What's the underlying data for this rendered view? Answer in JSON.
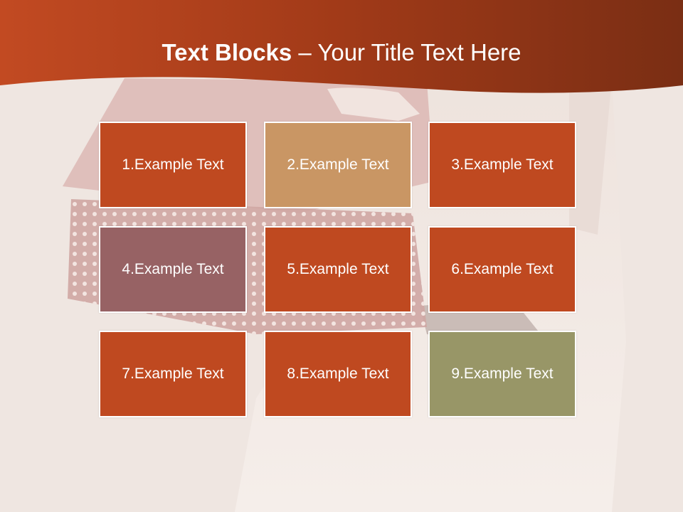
{
  "slide": {
    "title_bold": "Text Blocks",
    "title_rest": " – Your Title Text Here"
  },
  "blocks": [
    {
      "label": "1.Example Text",
      "color": "#bf4920"
    },
    {
      "label": "2.Example Text",
      "color": "#c99664"
    },
    {
      "label": "3.Example Text",
      "color": "#bf4920"
    },
    {
      "label": "4.Example Text",
      "color": "#976264"
    },
    {
      "label": "5.Example Text",
      "color": "#bf4920"
    },
    {
      "label": "6.Example Text",
      "color": "#bf4920"
    },
    {
      "label": "7.Example Text",
      "color": "#bf4920"
    },
    {
      "label": "8.Example Text",
      "color": "#bf4920"
    },
    {
      "label": "9.Example Text",
      "color": "#989667"
    }
  ],
  "colors": {
    "header_dark": "#7a2e14",
    "header_light": "#c24a22",
    "background": "#efe6e1"
  }
}
